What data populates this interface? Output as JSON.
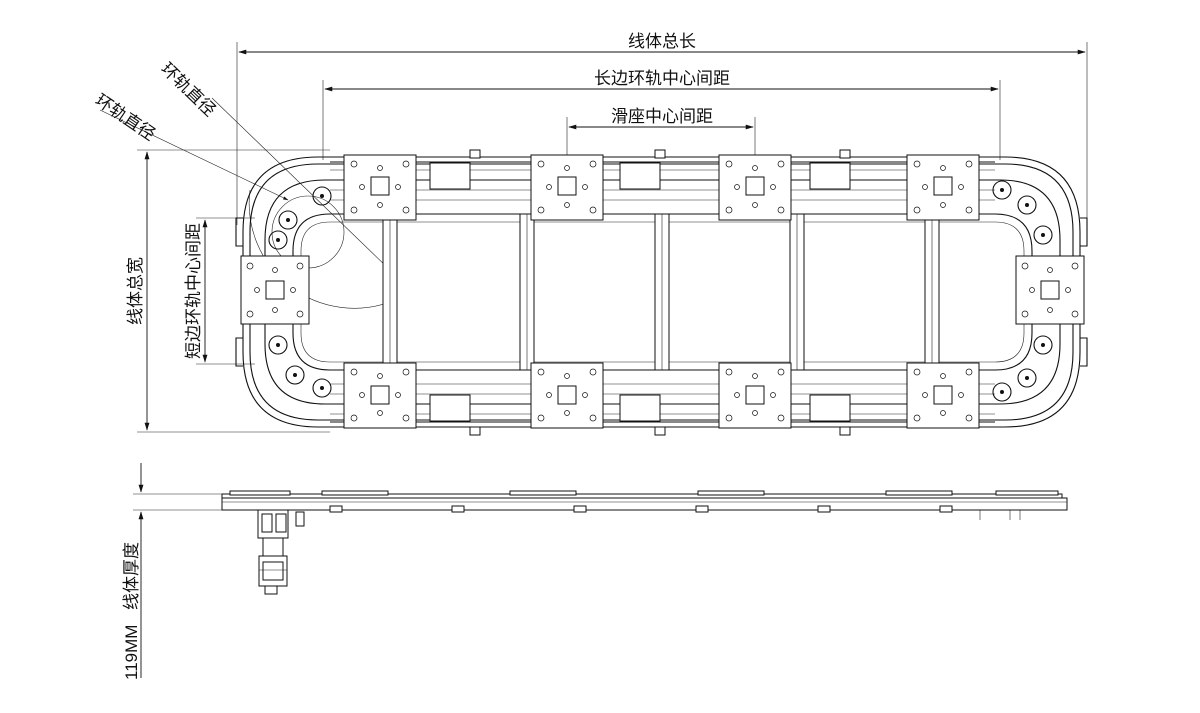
{
  "labels": {
    "overall_length": "线体总长",
    "long_side_center_distance": "长边环轨中心间距",
    "slider_center_distance": "滑座中心间距",
    "ring_diameter_outer": "环轨直径",
    "ring_diameter_inner": "环轨直径",
    "overall_width": "线体总宽",
    "short_side_center_distance": "短边环轨中心间距",
    "thickness_value": "119MM",
    "thickness_label": "线体厚度"
  },
  "colors": {
    "line": "#111111",
    "background": "#ffffff"
  }
}
